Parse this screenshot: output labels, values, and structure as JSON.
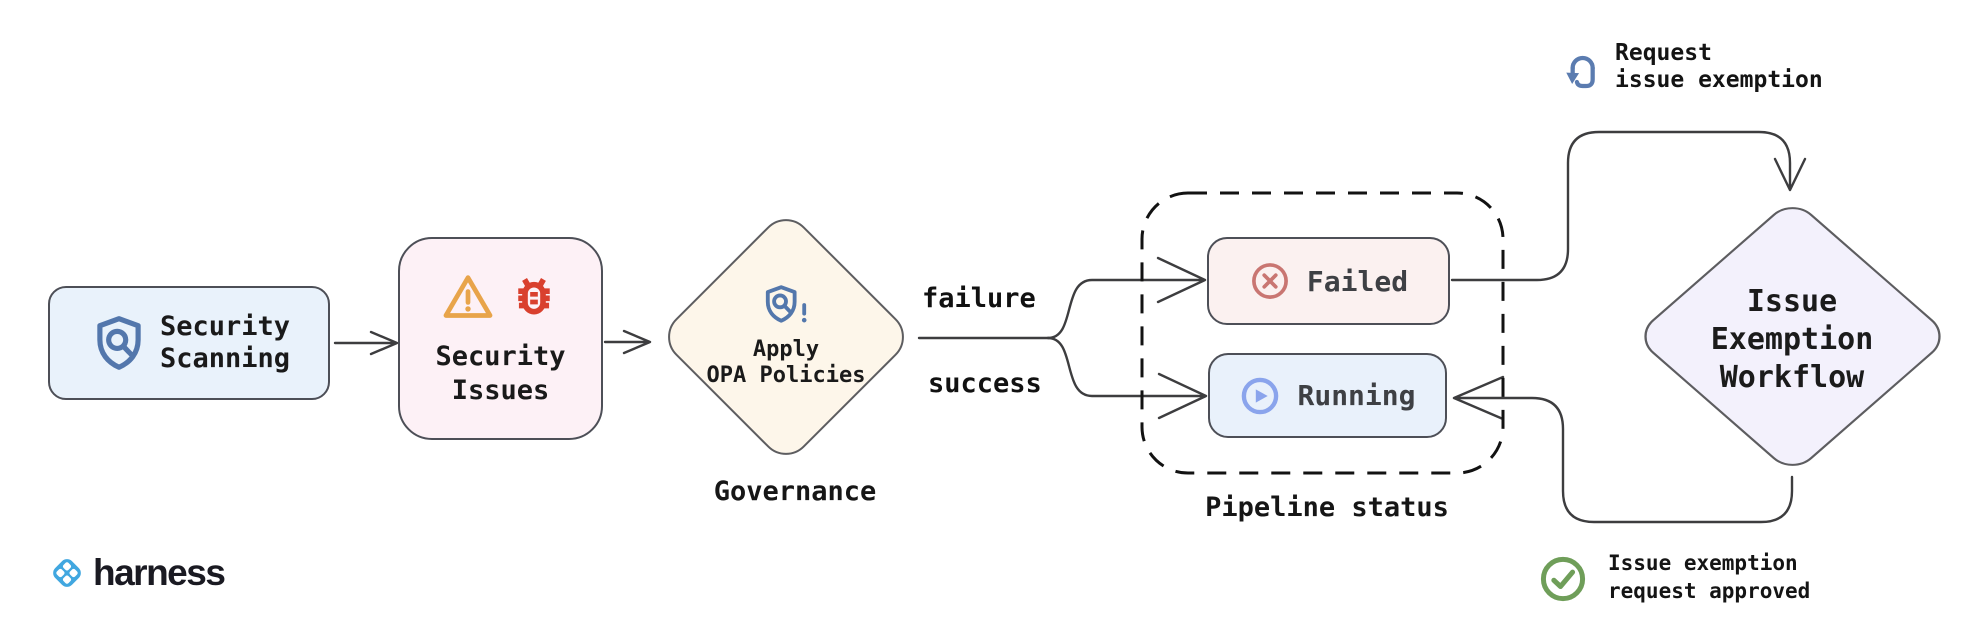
{
  "colors": {
    "wire": "#3d3d3f",
    "scan_box_bg": "#e9f2fb",
    "issues_box_bg": "#fdf1f6",
    "opa_diamond_bg": "#fdf6ea",
    "failed_box_bg": "#fbf1f0",
    "running_box_bg": "#e9f1fb",
    "exemption_diamond_bg": "#f3f1fc",
    "accent_blue": "#5377ac",
    "warning_orange": "#e8a44a",
    "bug_red": "#d9402e",
    "failed_red": "#c97672",
    "running_blue": "#8aa4ec",
    "approved_green": "#6f9e59",
    "brand_blue": "#41a7e0"
  },
  "nodes": {
    "security_scanning": {
      "label": "Security\nScanning",
      "icon": "shield-search-icon"
    },
    "security_issues": {
      "label": "Security\nIssues",
      "icons": [
        "warning-triangle-icon",
        "bug-icon"
      ]
    },
    "apply_opa": {
      "label": "Apply\nOPA Policies",
      "caption": "Governance",
      "icon": "shield-search-alert-icon"
    },
    "failed": {
      "label": "Failed",
      "icon": "circle-x-icon"
    },
    "running": {
      "label": "Running",
      "icon": "circle-play-icon"
    },
    "pipeline_status": {
      "caption": "Pipeline status"
    },
    "issue_exemption": {
      "label": "Issue\nExemption\nWorkflow"
    }
  },
  "edge_labels": {
    "failure": "failure",
    "success": "success"
  },
  "annotations": {
    "request_exemption": {
      "text": "Request\nissue exemption",
      "icon": "tap-request-icon"
    },
    "approved": {
      "text": "Issue exemption\nrequest approved",
      "icon": "check-circle-icon"
    }
  },
  "brand": {
    "name": "harness",
    "icon": "harness-logo-icon"
  }
}
